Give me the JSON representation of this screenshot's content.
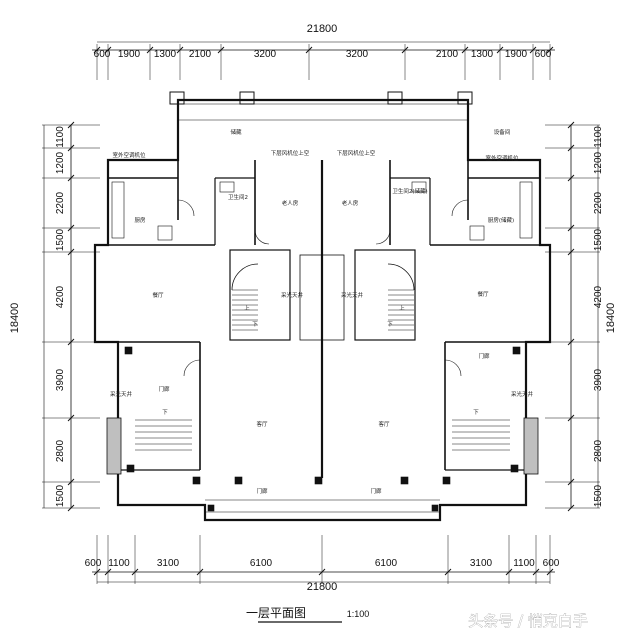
{
  "dimensions": {
    "total_width": "21800",
    "total_height": "18400",
    "top": [
      "600",
      "1900",
      "1300",
      "2100",
      "3200",
      "3200",
      "2100",
      "1300",
      "1900",
      "600"
    ],
    "bottom": [
      "600",
      "1100",
      "3100",
      "6100",
      "6100",
      "3100",
      "1100",
      "600"
    ],
    "left": [
      "1100",
      "1200",
      "2200",
      "1500",
      "4200",
      "3900",
      "2800",
      "1500"
    ],
    "right": [
      "1100",
      "1200",
      "2200",
      "1500",
      "4200",
      "3900",
      "2800",
      "1500"
    ]
  },
  "rooms": {
    "storage": "储藏",
    "equipment": "设备间",
    "aircon_left": "室外空调机位",
    "aircon_right": "室外空调机位",
    "ac_down_left": "下层风机位上空",
    "ac_down_right": "下层风机位上空",
    "kitchen_left": "厨房",
    "kitchen_right": "厨房(储藏)",
    "wc_left": "卫生间2",
    "wc_right": "卫生间2(储藏)",
    "elder_left": "老人房",
    "elder_right": "老人房",
    "dining_left": "餐厅",
    "dining_right": "餐厅",
    "stair_left": "采光天井",
    "stair_right": "采光天井",
    "living_left": "客厅",
    "living_right": "客厅",
    "entrance_left": "门廊",
    "entrance_right": "门廊",
    "garden_left": "采光天井",
    "garden_right": "采光天井",
    "porch_left": "门廊",
    "porch_right": "门廊",
    "up": "上",
    "down": "下"
  },
  "title": "一层平面图",
  "scale": "1:100",
  "watermark": "头条号 / 悄克白手"
}
